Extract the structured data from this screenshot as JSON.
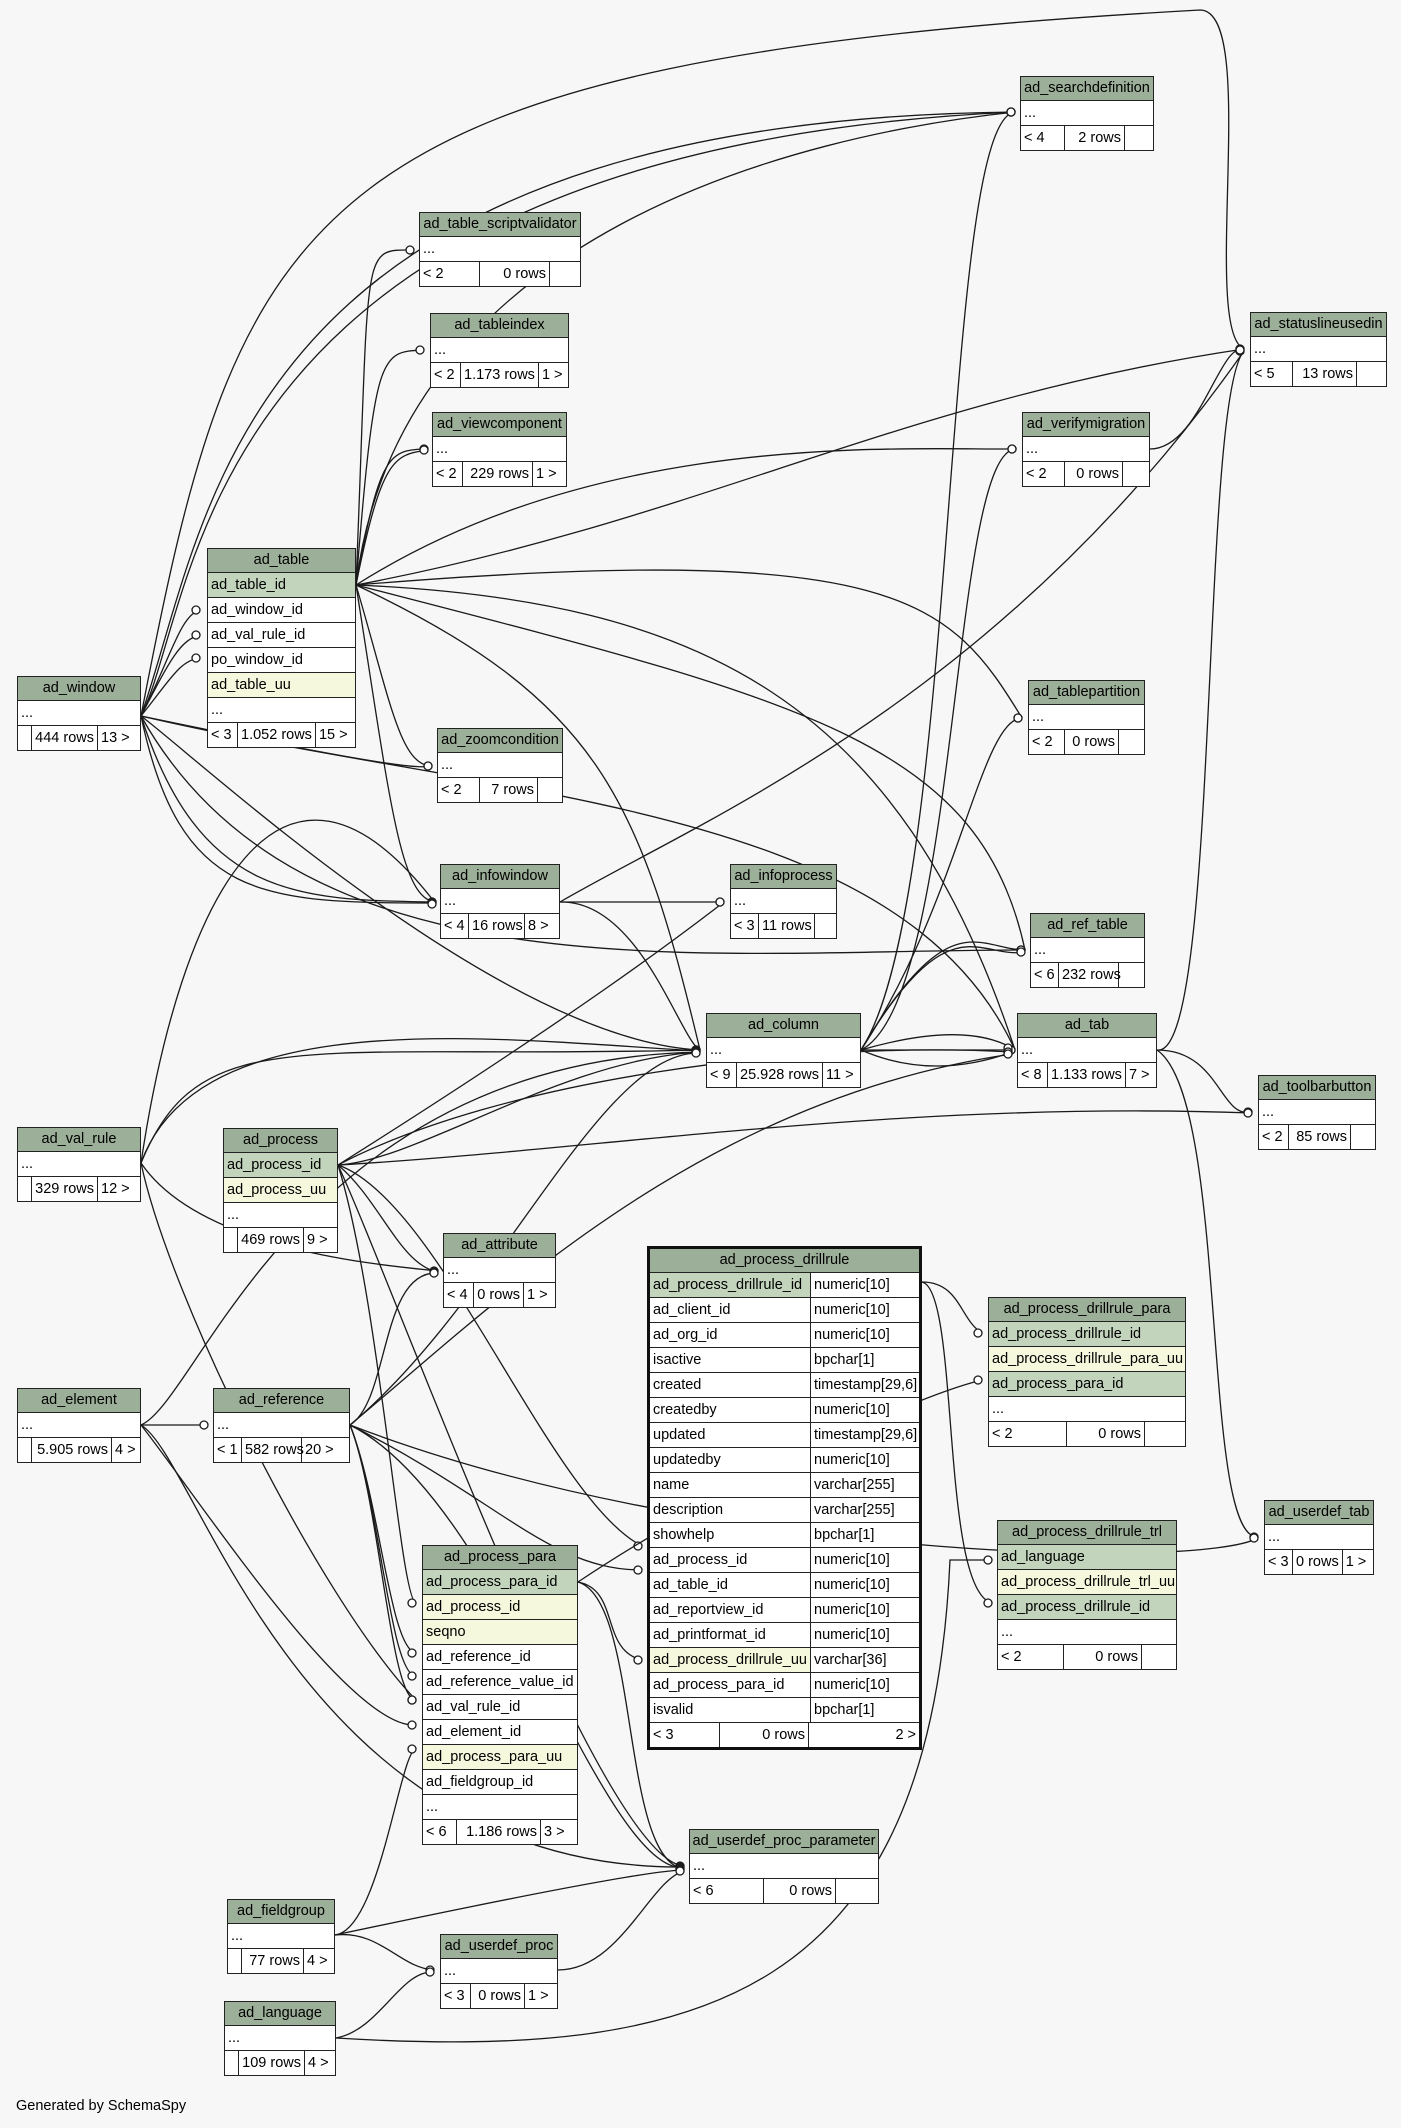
{
  "footer": "Generated by SchemaSpy",
  "colors": {
    "header": "#9caf98",
    "pk": "#c3d4bd",
    "unique": "#f5f8dc",
    "edge": "#1a1a1a"
  },
  "tables": {
    "ad_searchdefinition": {
      "name": "ad_searchdefinition",
      "rows": [
        "..."
      ],
      "parents": "< 4",
      "count": "2 rows",
      "children": ""
    },
    "ad_table_scriptvalidator": {
      "name": "ad_table_scriptvalidator",
      "rows": [
        "..."
      ],
      "parents": "< 2",
      "count": "0 rows",
      "children": ""
    },
    "ad_tableindex": {
      "name": "ad_tableindex",
      "rows": [
        "..."
      ],
      "parents": "< 2",
      "count": "1.173 rows",
      "children": "1 >"
    },
    "ad_viewcomponent": {
      "name": "ad_viewcomponent",
      "rows": [
        "..."
      ],
      "parents": "< 2",
      "count": "229 rows",
      "children": "1 >"
    },
    "ad_statuslineusedin": {
      "name": "ad_statuslineusedin",
      "rows": [
        "..."
      ],
      "parents": "< 5",
      "count": "13 rows",
      "children": ""
    },
    "ad_verifymigration": {
      "name": "ad_verifymigration",
      "rows": [
        "..."
      ],
      "parents": "< 2",
      "count": "0 rows",
      "children": ""
    },
    "ad_table": {
      "name": "ad_table",
      "rows": [
        "ad_table_id",
        "ad_window_id",
        "ad_val_rule_id",
        "po_window_id",
        "ad_table_uu",
        "..."
      ],
      "parents": "< 3",
      "count": "1.052 rows",
      "children": "15 >"
    },
    "ad_window": {
      "name": "ad_window",
      "rows": [
        "..."
      ],
      "parents": "",
      "count": "444 rows",
      "children": "13 >"
    },
    "ad_tablepartition": {
      "name": "ad_tablepartition",
      "rows": [
        "..."
      ],
      "parents": "< 2",
      "count": "0 rows",
      "children": ""
    },
    "ad_zoomcondition": {
      "name": "ad_zoomcondition",
      "rows": [
        "..."
      ],
      "parents": "< 2",
      "count": "7 rows",
      "children": ""
    },
    "ad_infowindow": {
      "name": "ad_infowindow",
      "rows": [
        "..."
      ],
      "parents": "< 4",
      "count": "16 rows",
      "children": "8 >"
    },
    "ad_infoprocess": {
      "name": "ad_infoprocess",
      "rows": [
        "..."
      ],
      "parents": "< 3",
      "count": "11 rows",
      "children": ""
    },
    "ad_ref_table": {
      "name": "ad_ref_table",
      "rows": [
        "..."
      ],
      "parents": "< 6",
      "count": "232 rows",
      "children": ""
    },
    "ad_column": {
      "name": "ad_column",
      "rows": [
        "..."
      ],
      "parents": "< 9",
      "count": "25.928 rows",
      "children": "11 >"
    },
    "ad_tab": {
      "name": "ad_tab",
      "rows": [
        "..."
      ],
      "parents": "< 8",
      "count": "1.133 rows",
      "children": "7 >"
    },
    "ad_toolbarbutton": {
      "name": "ad_toolbarbutton",
      "rows": [
        "..."
      ],
      "parents": "< 2",
      "count": "85 rows",
      "children": ""
    },
    "ad_val_rule": {
      "name": "ad_val_rule",
      "rows": [
        "..."
      ],
      "parents": "",
      "count": "329 rows",
      "children": "12 >"
    },
    "ad_process": {
      "name": "ad_process",
      "rows": [
        "ad_process_id",
        "ad_process_uu",
        "..."
      ],
      "parents": "",
      "count": "469 rows",
      "children": "9 >"
    },
    "ad_attribute": {
      "name": "ad_attribute",
      "rows": [
        "..."
      ],
      "parents": "< 4",
      "count": "0 rows",
      "children": "1 >"
    },
    "ad_process_drillrule": {
      "name": "ad_process_drillrule",
      "columns": [
        {
          "name": "ad_process_drillrule_id",
          "type": "numeric[10]"
        },
        {
          "name": "ad_client_id",
          "type": "numeric[10]"
        },
        {
          "name": "ad_org_id",
          "type": "numeric[10]"
        },
        {
          "name": "isactive",
          "type": "bpchar[1]"
        },
        {
          "name": "created",
          "type": "timestamp[29,6]"
        },
        {
          "name": "createdby",
          "type": "numeric[10]"
        },
        {
          "name": "updated",
          "type": "timestamp[29,6]"
        },
        {
          "name": "updatedby",
          "type": "numeric[10]"
        },
        {
          "name": "name",
          "type": "varchar[255]"
        },
        {
          "name": "description",
          "type": "varchar[255]"
        },
        {
          "name": "showhelp",
          "type": "bpchar[1]"
        },
        {
          "name": "ad_process_id",
          "type": "numeric[10]"
        },
        {
          "name": "ad_table_id",
          "type": "numeric[10]"
        },
        {
          "name": "ad_reportview_id",
          "type": "numeric[10]"
        },
        {
          "name": "ad_printformat_id",
          "type": "numeric[10]"
        },
        {
          "name": "ad_process_drillrule_uu",
          "type": "varchar[36]"
        },
        {
          "name": "ad_process_para_id",
          "type": "numeric[10]"
        },
        {
          "name": "isvalid",
          "type": "bpchar[1]"
        }
      ],
      "parents": "< 3",
      "count": "0 rows",
      "children": "2 >"
    },
    "ad_process_drillrule_para": {
      "name": "ad_process_drillrule_para",
      "rows": [
        "ad_process_drillrule_id",
        "ad_process_drillrule_para_uu",
        "ad_process_para_id",
        "..."
      ],
      "parents": "< 2",
      "count": "0 rows",
      "children": ""
    },
    "ad_element": {
      "name": "ad_element",
      "rows": [
        "..."
      ],
      "parents": "",
      "count": "5.905 rows",
      "children": "4 >"
    },
    "ad_reference": {
      "name": "ad_reference",
      "rows": [
        "..."
      ],
      "parents": "< 1",
      "count": "582 rows",
      "children": "20 >"
    },
    "ad_process_drillrule_trl": {
      "name": "ad_process_drillrule_trl",
      "rows": [
        "ad_language",
        "ad_process_drillrule_trl_uu",
        "ad_process_drillrule_id",
        "..."
      ],
      "parents": "< 2",
      "count": "0 rows",
      "children": ""
    },
    "ad_userdef_tab": {
      "name": "ad_userdef_tab",
      "rows": [
        "..."
      ],
      "parents": "< 3",
      "count": "0 rows",
      "children": "1 >"
    },
    "ad_process_para": {
      "name": "ad_process_para",
      "rows": [
        "ad_process_para_id",
        "ad_process_id",
        "seqno",
        "ad_reference_id",
        "ad_reference_value_id",
        "ad_val_rule_id",
        "ad_element_id",
        "ad_process_para_uu",
        "ad_fieldgroup_id",
        "..."
      ],
      "parents": "< 6",
      "count": "1.186 rows",
      "children": "3 >"
    },
    "ad_userdef_proc_parameter": {
      "name": "ad_userdef_proc_parameter",
      "rows": [
        "..."
      ],
      "parents": "< 6",
      "count": "0 rows",
      "children": ""
    },
    "ad_fieldgroup": {
      "name": "ad_fieldgroup",
      "rows": [
        "..."
      ],
      "parents": "",
      "count": "77 rows",
      "children": "4 >"
    },
    "ad_userdef_proc": {
      "name": "ad_userdef_proc",
      "rows": [
        "..."
      ],
      "parents": "< 3",
      "count": "0 rows",
      "children": "1 >"
    },
    "ad_language": {
      "name": "ad_language",
      "rows": [
        "..."
      ],
      "parents": "",
      "count": "109 rows",
      "children": "4 >"
    }
  }
}
